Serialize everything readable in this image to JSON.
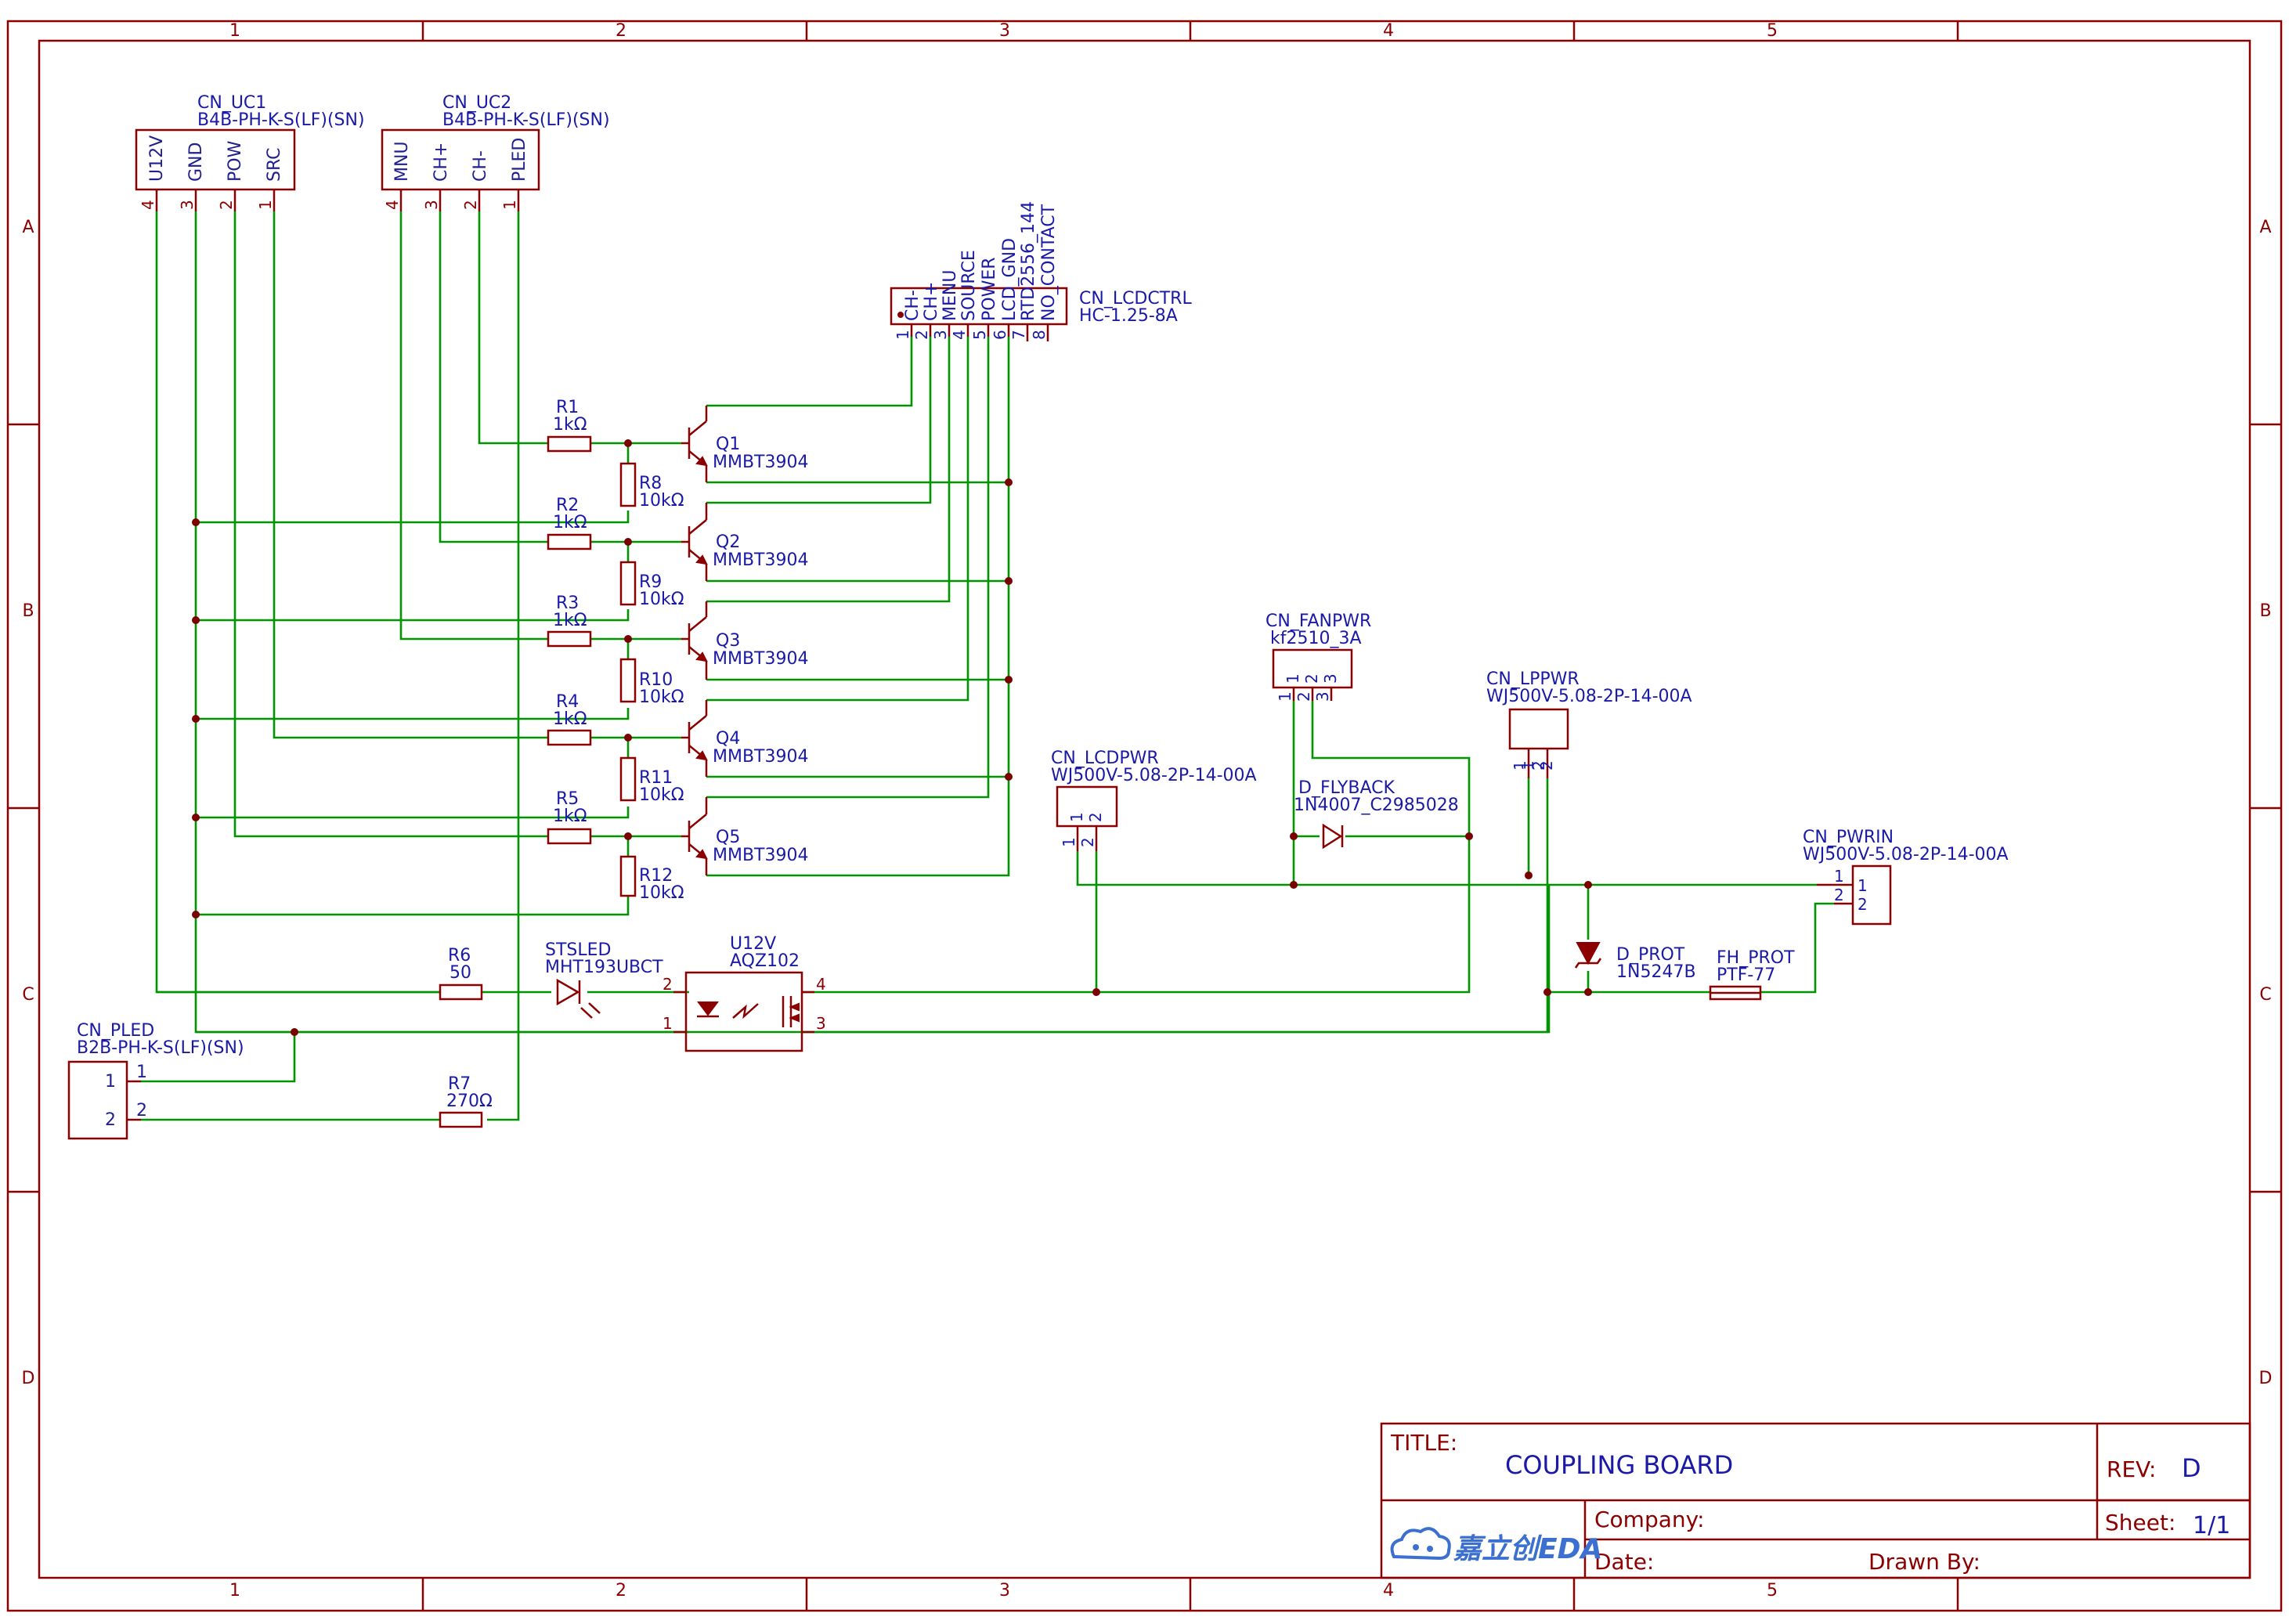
{
  "frame": {
    "columns": [
      "1",
      "2",
      "3",
      "4",
      "5"
    ],
    "rows": [
      "A",
      "B",
      "C",
      "D"
    ]
  },
  "title_block": {
    "title_label": "TITLE:",
    "title": "COUPLING BOARD",
    "rev_label": "REV:",
    "rev": "D",
    "company_label": "Company:",
    "sheet_label": "Sheet:",
    "sheet": "1/1",
    "date_label": "Date:",
    "drawn_by_label": "Drawn By:",
    "logo_text": "嘉立创EDA"
  },
  "connectors": {
    "cn_uc1": {
      "ref": "CN_UC1",
      "value": "B4B-PH-K-S(LF)(SN)",
      "pins": [
        "U12V",
        "GND",
        "POW",
        "SRC"
      ],
      "nums": [
        "4",
        "3",
        "2",
        "1"
      ]
    },
    "cn_uc2": {
      "ref": "CN_UC2",
      "value": "B4B-PH-K-S(LF)(SN)",
      "pins": [
        "MNU",
        "CH+",
        "CH-",
        "PLED"
      ],
      "nums": [
        "4",
        "3",
        "2",
        "1"
      ]
    },
    "cn_lcdctrl": {
      "ref": "CN_LCDCTRL",
      "value": "HC-1.25-8A",
      "pins": [
        "CH-",
        "CH+",
        "MENU",
        "SOURCE",
        "POWER",
        "LCD_GND",
        "RTD2556_144",
        "NO_CONTACT"
      ],
      "nums": [
        "1",
        "2",
        "3",
        "4",
        "5",
        "6",
        "7",
        "8"
      ]
    },
    "cn_fanpwr": {
      "ref": "CN_FANPWR",
      "value": "kf2510_3A",
      "pins": [
        "1",
        "2",
        "3"
      ],
      "nums": [
        "1",
        "2",
        "3"
      ]
    },
    "cn_lppwr": {
      "ref": "CN_LPPWR",
      "value": "WJ500V-5.08-2P-14-00A",
      "pins": [
        "1",
        "2"
      ],
      "nums": [
        "1",
        "2"
      ]
    },
    "cn_lcdpwr": {
      "ref": "CN_LCDPWR",
      "value": "WJ500V-5.08-2P-14-00A",
      "pins": [
        "1",
        "2"
      ],
      "nums": [
        "1",
        "2"
      ]
    },
    "cn_pwrin": {
      "ref": "CN_PWRIN",
      "value": "WJ500V-5.08-2P-14-00A",
      "pins": [
        "1",
        "2"
      ],
      "nums": [
        "1",
        "2"
      ]
    },
    "cn_pled": {
      "ref": "CN_PLED",
      "value": "B2B-PH-K-S(LF)(SN)",
      "pins": [
        "1",
        "2"
      ],
      "nums": [
        "1",
        "2"
      ]
    }
  },
  "resistors": [
    {
      "ref": "R1",
      "value": "1kΩ"
    },
    {
      "ref": "R2",
      "value": "1kΩ"
    },
    {
      "ref": "R3",
      "value": "1kΩ"
    },
    {
      "ref": "R4",
      "value": "1kΩ"
    },
    {
      "ref": "R5",
      "value": "1kΩ"
    },
    {
      "ref": "R8",
      "value": "10kΩ"
    },
    {
      "ref": "R9",
      "value": "10kΩ"
    },
    {
      "ref": "R10",
      "value": "10kΩ"
    },
    {
      "ref": "R11",
      "value": "10kΩ"
    },
    {
      "ref": "R12",
      "value": "10kΩ"
    },
    {
      "ref": "R6",
      "value": "50"
    },
    {
      "ref": "R7",
      "value": "270Ω"
    }
  ],
  "transistors": [
    {
      "ref": "Q1",
      "value": "MMBT3904"
    },
    {
      "ref": "Q2",
      "value": "MMBT3904"
    },
    {
      "ref": "Q3",
      "value": "MMBT3904"
    },
    {
      "ref": "Q4",
      "value": "MMBT3904"
    },
    {
      "ref": "Q5",
      "value": "MMBT3904"
    }
  ],
  "diodes": {
    "d_flyback": {
      "ref": "D_FLYBACK",
      "value": "1N4007_C2985028"
    },
    "d_prot": {
      "ref": "D_PROT",
      "value": "1N5247B"
    },
    "stsled": {
      "ref": "STSLED",
      "value": "MHT193UBCT"
    }
  },
  "fuse": {
    "ref": "FH_PROT",
    "value": "PTF-77"
  },
  "relay": {
    "ref": "U12V",
    "value": "AQZ102",
    "pins": [
      "2",
      "1",
      "4",
      "3"
    ]
  },
  "colors": {
    "frame": "#8b0000",
    "wire": "#009400",
    "label": "#1a1aa6"
  }
}
